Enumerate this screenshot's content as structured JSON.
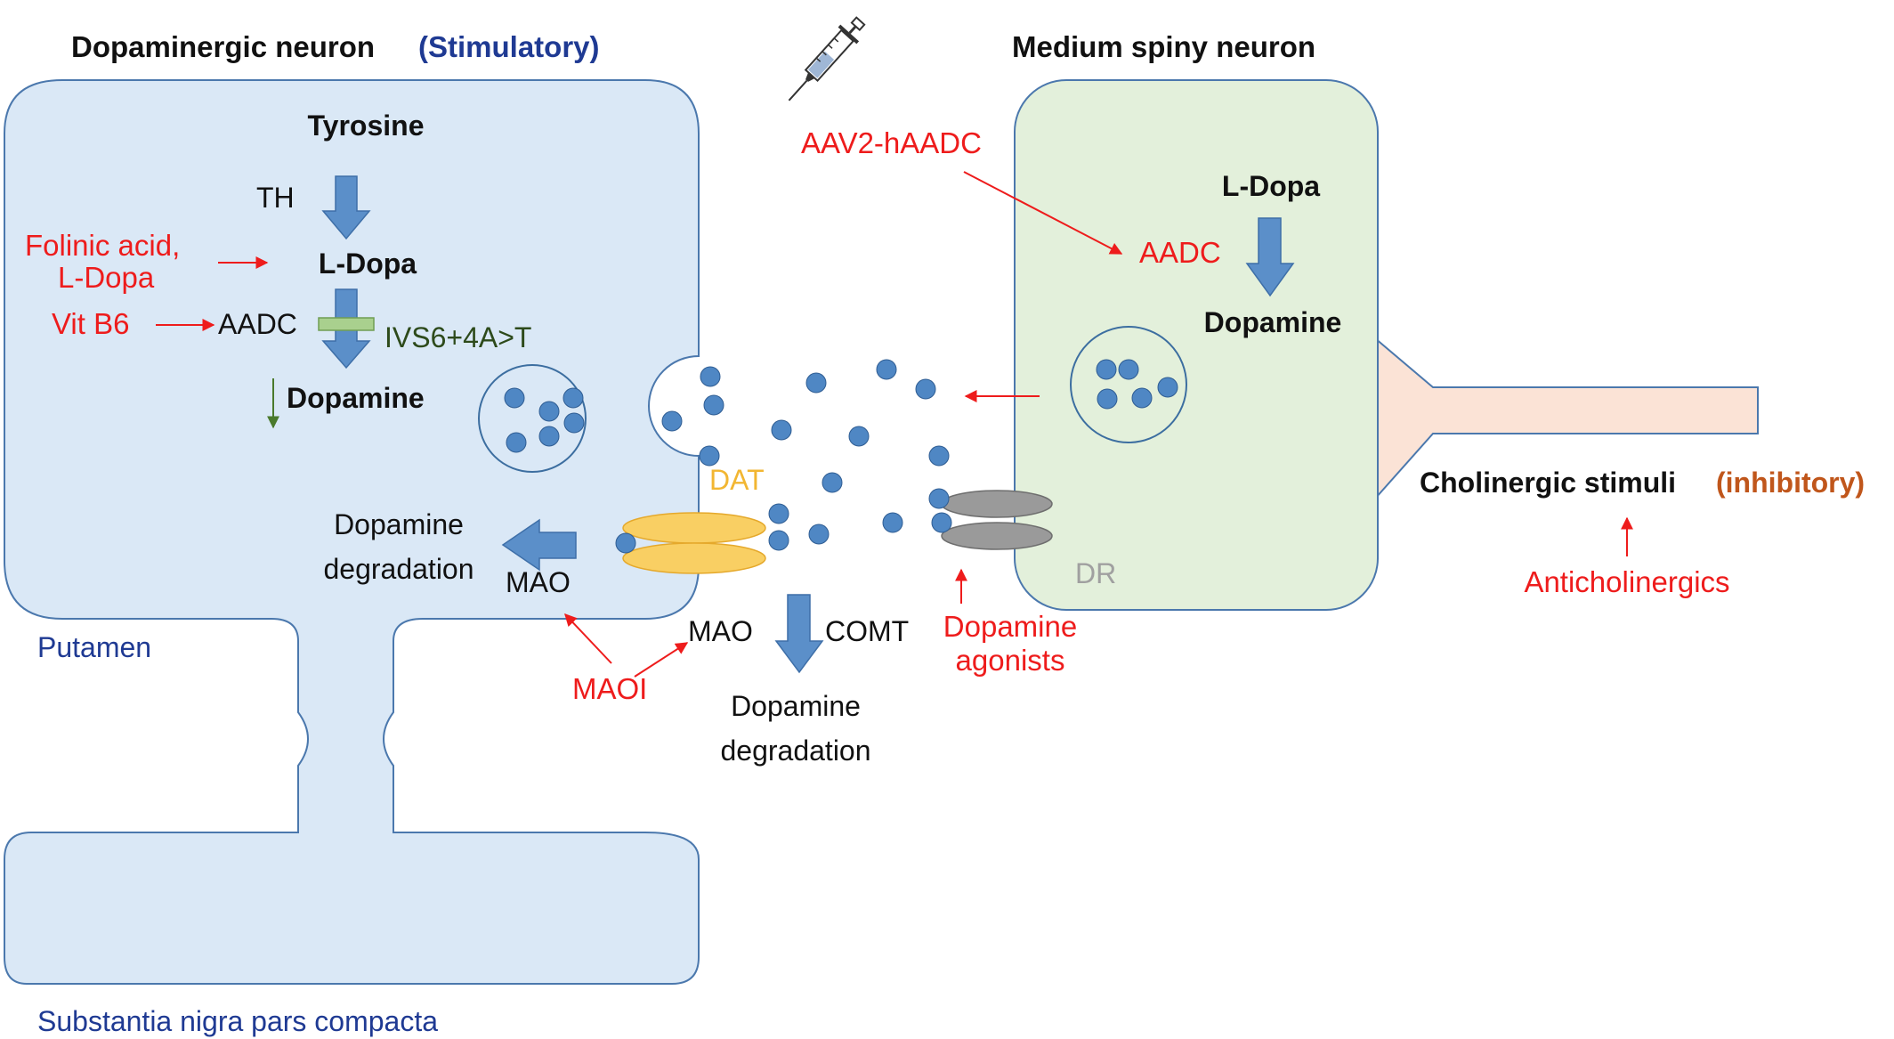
{
  "labels": {
    "dopaminergic_title": "Dopaminergic neuron",
    "stimulatory": "(Stimulatory)",
    "msn_title": "Medium spiny neuron",
    "tyrosine": "Tyrosine",
    "th": "TH",
    "ldopa_left": "L-Dopa",
    "aadc_left": "AADC",
    "dopamine_left": "Dopamine",
    "folinic_line1": "Folinic acid,",
    "folinic_line2": "L-Dopa",
    "vitb6": "Vit B6",
    "mutation": "IVS6+4A>T",
    "dat": "DAT",
    "dopamine_degradation_left_1": "Dopamine",
    "dopamine_degradation_left_2": "degradation",
    "mao_left": "MAO",
    "putamen": "Putamen",
    "substantia": "Substantia nigra pars compacta",
    "maoi": "MAOI",
    "mao_center": "MAO",
    "comt": "COMT",
    "dopamine_degradation_center_1": "Dopamine",
    "dopamine_degradation_center_2": "degradation",
    "dopamine_agonists_1": "Dopamine",
    "dopamine_agonists_2": "agonists",
    "dr": "DR",
    "aav2": "AAV2-hAADC",
    "aadc_right": "AADC",
    "ldopa_right": "L-Dopa",
    "dopamine_right": "Dopamine",
    "cholinergic": "Cholinergic stimuli",
    "inhibitory": "(inhibitory)",
    "anticholinergics": "Anticholinergics"
  },
  "icons": {
    "syringe": "syringe-icon"
  },
  "colors": {
    "neuron_left_fill": "#dae8f6",
    "neuron_right_fill": "#e3f0db",
    "axon_fill": "#fbe3d6",
    "arrow_blue": "#5b8fc9",
    "dot_blue": "#4f87c4",
    "red": "#ee1c1c",
    "dat": "#f9cf63",
    "dr": "#9a9a9a"
  }
}
